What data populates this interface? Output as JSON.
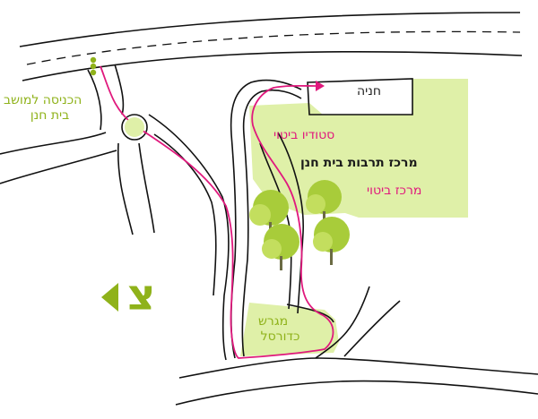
{
  "map": {
    "entrance_label_line1": "הכניסה למושב",
    "entrance_label_line2": "בית חנן",
    "parking_label": "חניה",
    "studio_label": "סטודיו ביטוי",
    "culture_center_label": "מרכז תרבות בית חנן",
    "bitui_center_label": "מרכז ביטוי",
    "sports_court_line1": "מגרש",
    "sports_court_line2": "כדורסל",
    "north_label": "צ"
  },
  "colors": {
    "route": "#e0197d",
    "area_fill": "#dff0a8",
    "accent_green": "#8fb21a",
    "road_line": "#111111",
    "tree_green": "#a8cc3a"
  },
  "icons": {
    "north_arrow": "north-arrow-icon",
    "trees": "tree-icon",
    "entrance_marker": "entrance-dots-icon"
  }
}
